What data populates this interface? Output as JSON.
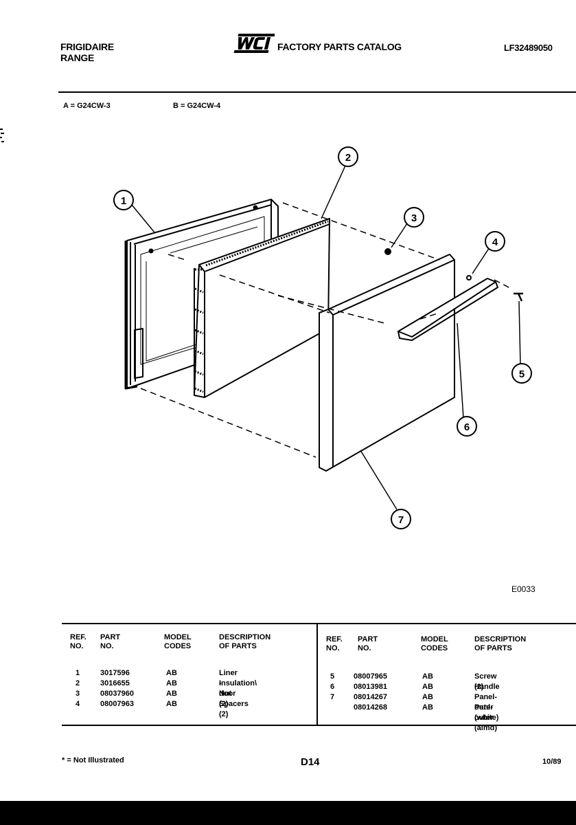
{
  "header": {
    "brand_line1": "FRIGIDAIRE",
    "brand_line2": "RANGE",
    "logo_text": "WCI",
    "catalog_title": "FACTORY PARTS CATALOG",
    "catalog_number": "LF32489050"
  },
  "models": [
    {
      "code": "A",
      "name": "A = G24CW-3"
    },
    {
      "code": "B",
      "name": "B = G24CW-4"
    }
  ],
  "diagram": {
    "callouts": [
      "1",
      "2",
      "3",
      "4",
      "5",
      "6",
      "7"
    ],
    "figure_code": "E0033"
  },
  "parts_table": {
    "headers": {
      "ref_line1": "REF.",
      "ref_line2": "NO.",
      "part_line1": "PART",
      "part_line2": "NO.",
      "model_line1": "MODEL",
      "model_line2": "CODES",
      "desc_line1": "DESCRIPTION",
      "desc_line2": "OF PARTS"
    },
    "left_rows": [
      {
        "ref": "1",
        "part": "3017596",
        "codes": "AB",
        "desc": "Liner - door"
      },
      {
        "ref": "2",
        "part": "3016655",
        "codes": "AB",
        "desc": "Insulation\\"
      },
      {
        "ref": "3",
        "part": "08037960",
        "codes": "AB",
        "desc": "Nut (2)"
      },
      {
        "ref": "4",
        "part": "08007963",
        "codes": "AB",
        "desc": "Spacers (2)"
      }
    ],
    "right_rows": [
      {
        "ref": "5",
        "part": "08007965",
        "codes": "AB",
        "desc": "Screw (2)"
      },
      {
        "ref": "6",
        "part": "08013981",
        "codes": "AB",
        "desc": "Handle"
      },
      {
        "ref": "7",
        "part": "08014267",
        "codes": "AB",
        "desc": "Panel-outer (white)"
      },
      {
        "ref": "",
        "part": "08014268",
        "codes": "AB",
        "desc": "Panl-outer (almd)"
      }
    ]
  },
  "footer": {
    "note": "* = Not Illustrated",
    "page_number": "D14",
    "date": "10/89"
  }
}
